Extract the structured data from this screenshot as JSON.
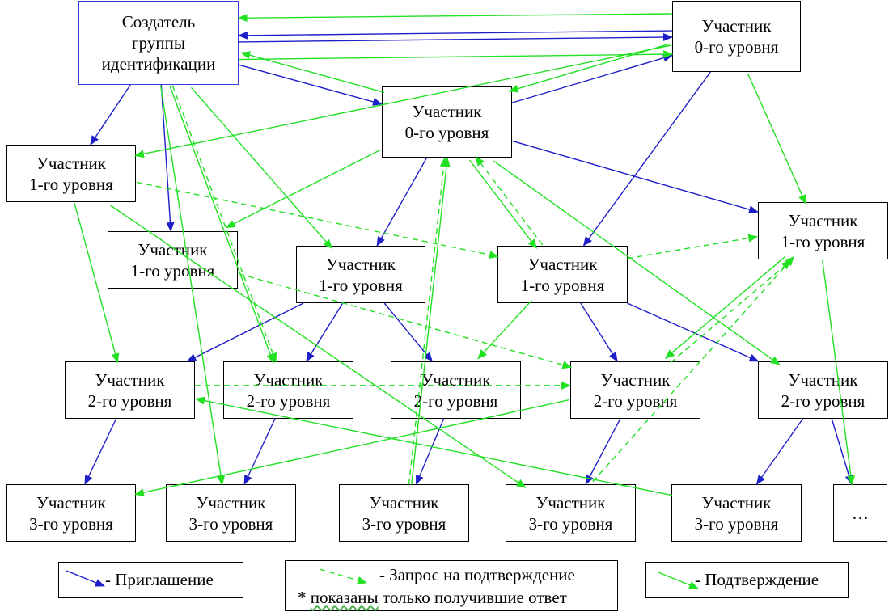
{
  "nodes": {
    "creator": [
      "Создатель",
      "группы",
      "идентификации"
    ],
    "p0a": [
      "Участник",
      "0-го уровня"
    ],
    "p0b": [
      "Участник",
      "0-го уровня"
    ],
    "p1a": [
      "Участник",
      "1-го уровня"
    ],
    "p1b": [
      "Участник",
      "1-го уровня"
    ],
    "p1c": [
      "Участник",
      "1-го уровня"
    ],
    "p1d": [
      "Участник",
      "1-го уровня"
    ],
    "p1e": [
      "Участник",
      "1-го уровня"
    ],
    "p2a": [
      "Участник",
      "2-го уровня"
    ],
    "p2b": [
      "Участник",
      "2-го уровня"
    ],
    "p2c": [
      "Участник",
      "2-го уровня"
    ],
    "p2d": [
      "Участник",
      "2-го уровня"
    ],
    "p2e": [
      "Участник",
      "2-го уровня"
    ],
    "p3a": [
      "Участник",
      "3-го уровня"
    ],
    "p3b": [
      "Участник",
      "3-го уровня"
    ],
    "p3c": [
      "Участник",
      "3-го уровня"
    ],
    "p3d": [
      "Участник",
      "3-го уровня"
    ],
    "p3e": [
      "Участник",
      "3-го уровня"
    ],
    "more": [
      "…"
    ]
  },
  "legend": {
    "invite": "- Приглашение",
    "request": "- Запрос на подтверждение",
    "request_note_star": "* ",
    "request_note_underlined": "показаны",
    "request_note_rest": " только получившие ответ",
    "confirm": "- Подтверждение"
  },
  "colors": {
    "invite": "#1f1fc8",
    "confirm": "#22e022",
    "request": "#22e022",
    "node_border": "#000000",
    "creator_border": "#3a3ad8"
  },
  "edges": {
    "invite": [
      [
        "creator",
        "p0a"
      ],
      [
        "p0a",
        "creator"
      ],
      [
        "creator",
        "p1a"
      ],
      [
        "creator",
        "p1b"
      ],
      [
        "creator",
        "p0b"
      ],
      [
        "p0b",
        "p0a"
      ],
      [
        "p0a",
        "p1d"
      ],
      [
        "p0b",
        "p1c"
      ],
      [
        "p0b",
        "p1e"
      ],
      [
        "p1c",
        "p2a"
      ],
      [
        "p1c",
        "p2b"
      ],
      [
        "p1c",
        "p2c"
      ],
      [
        "p1d",
        "p2d"
      ],
      [
        "p1d",
        "p2e"
      ],
      [
        "p2a",
        "p3a"
      ],
      [
        "p2b",
        "p3b"
      ],
      [
        "p2c",
        "p3c"
      ],
      [
        "p2d",
        "p3d"
      ],
      [
        "p2e",
        "p3e"
      ],
      [
        "p2e",
        "more"
      ]
    ],
    "confirm": [
      [
        "creator",
        "p0a"
      ],
      [
        "p0b",
        "creator"
      ],
      [
        "p0a",
        "creator"
      ],
      [
        "p0a",
        "p0b"
      ],
      [
        "p0a",
        "p1a"
      ],
      [
        "creator",
        "p1c"
      ],
      [
        "p0a",
        "p1e"
      ],
      [
        "p0b",
        "p1d"
      ],
      [
        "p0b",
        "p1b"
      ],
      [
        "p1a",
        "p2a"
      ],
      [
        "creator",
        "p3b"
      ],
      [
        "creator",
        "p2b"
      ],
      [
        "p3c",
        "p0b"
      ],
      [
        "p0b",
        "p2e"
      ],
      [
        "p1e",
        "p2d"
      ],
      [
        "p1d",
        "p2c"
      ],
      [
        "p1a",
        "p3d"
      ],
      [
        "p1e",
        "more"
      ],
      [
        "p2d",
        "p3a"
      ],
      [
        "p3e",
        "p2a"
      ]
    ],
    "request": [
      [
        "p1a",
        "p1d"
      ],
      [
        "p1d",
        "p0b"
      ],
      [
        "creator",
        "p2b"
      ],
      [
        "p3c",
        "p0b"
      ],
      [
        "p1b",
        "p2d"
      ],
      [
        "p1d",
        "p1e"
      ],
      [
        "p2a",
        "p2d"
      ],
      [
        "p2d",
        "p1e"
      ],
      [
        "p3d",
        "p1e"
      ]
    ]
  }
}
